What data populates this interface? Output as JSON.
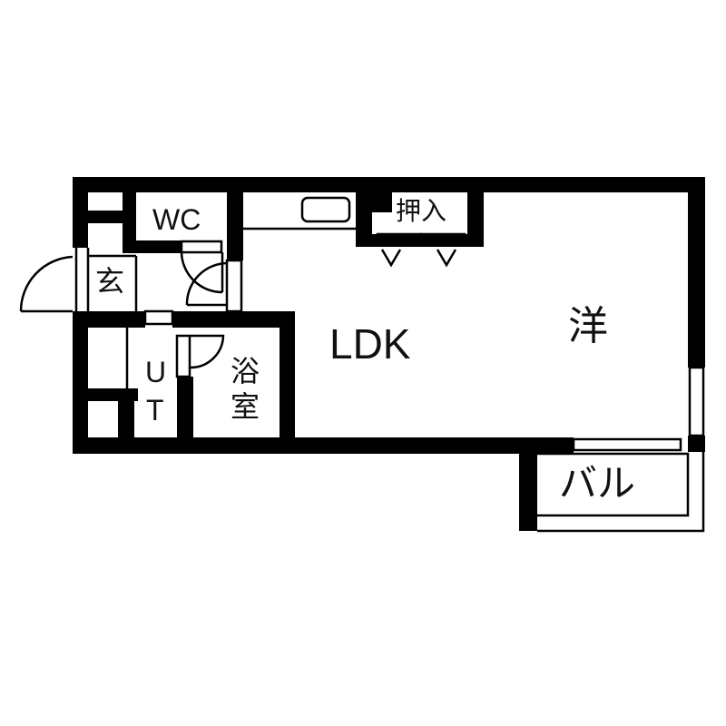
{
  "floorplan": {
    "rooms": {
      "wc": "WC",
      "entrance": "玄",
      "utility": [
        "U",
        "T"
      ],
      "bath": [
        "浴",
        "室"
      ],
      "ldk": "LDK",
      "western_room": "洋",
      "closet": "押入",
      "balcony": "バル"
    },
    "colors": {
      "wall": "#000000",
      "background": "#ffffff"
    }
  }
}
